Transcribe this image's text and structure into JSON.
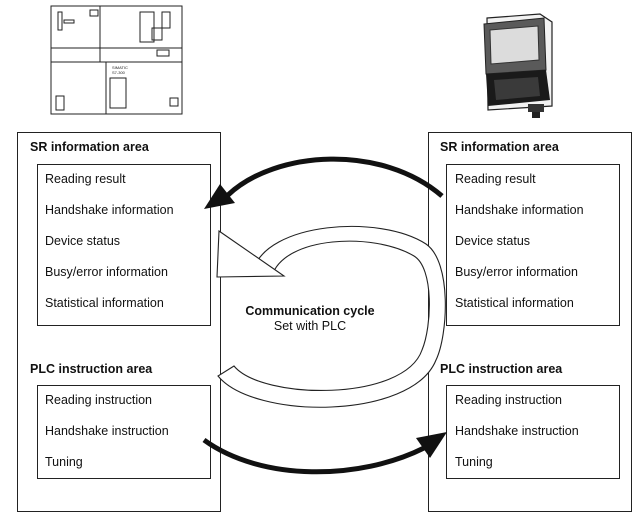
{
  "plc_device": {
    "module_label_line1": "SIMATIC",
    "module_label_line2": "S7-300"
  },
  "left_panel": {
    "sr_title": "SR information area",
    "sr_items": [
      "Reading result",
      "Handshake information",
      "Device status",
      "Busy/error information",
      "Statistical information"
    ],
    "plc_title": "PLC instruction area",
    "plc_items": [
      "Reading instruction",
      "Handshake instruction",
      "Tuning"
    ]
  },
  "right_panel": {
    "sr_title": "SR information area",
    "sr_items": [
      "Reading result",
      "Handshake information",
      "Device status",
      "Busy/error information",
      "Statistical information"
    ],
    "plc_title": "PLC instruction area",
    "plc_items": [
      "Reading instruction",
      "Handshake instruction",
      "Tuning"
    ]
  },
  "center": {
    "cycle_label": "Communication cycle",
    "cycle_sublabel": "Set with PLC"
  },
  "colors": {
    "line": "#222222",
    "arrow_fill": "#111111",
    "background": "#ffffff"
  }
}
